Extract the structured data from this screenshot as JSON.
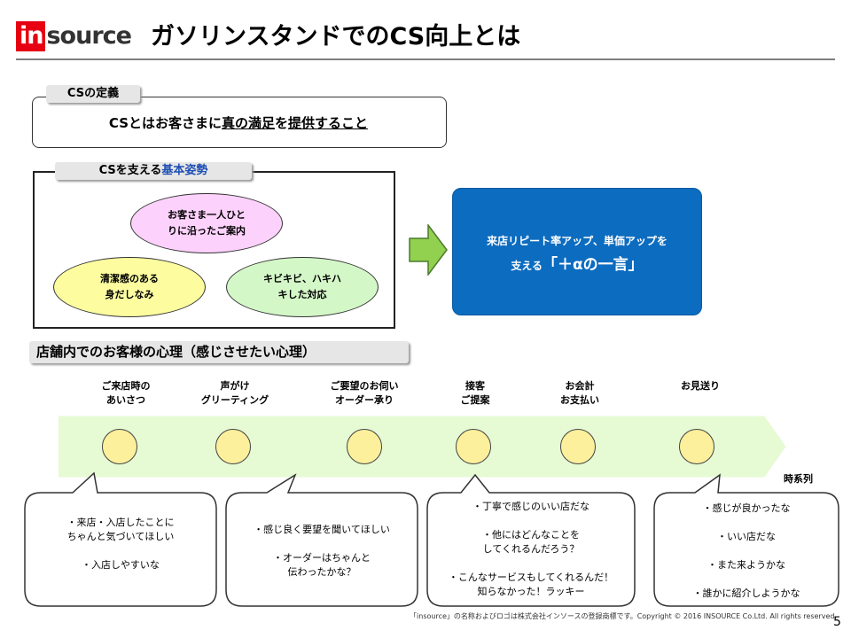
{
  "logo": {
    "highlight": "in",
    "rest": "source"
  },
  "title": "ガソリンスタンドでのCS向上とは",
  "definition": {
    "label": "CSの定義",
    "text_parts": [
      "CSとはお客さまに",
      "真の満足",
      "を",
      "提供すること"
    ]
  },
  "attitude": {
    "label_prefix": "CSを支える",
    "label_highlight": "基本姿勢",
    "items": [
      {
        "text": "お客さま一人ひと\nりに沿ったご案内",
        "color": "#fcd1fb"
      },
      {
        "text": "清潔感のある\n身だしなみ",
        "color": "#fdfda0"
      },
      {
        "text": "キビキビ、ハキハ\nキした対応",
        "color": "#d4f7c8"
      }
    ]
  },
  "result": {
    "line1": "来店リピート率アップ、単価アップを",
    "line2_prefix": "支える",
    "line2_highlight": "「＋αの一言」",
    "color": "#0c6cc0"
  },
  "section_heading": "店舗内でのお客様の心理（感じさせたい心理）",
  "timeline": {
    "color": "#e6fad4",
    "axis_label": "時系列",
    "stages": [
      "ご来店時の\nあいさつ",
      "声がけ\nグリーティング",
      "ご要望のお伺い\nオーダー承り",
      "接客\nご提案",
      "お会計\nお支払い",
      "お見送り"
    ]
  },
  "bubbles": [
    {
      "lines": "・来店・入店したことに\nちゃんと気づいてほしい\n\n・入店しやすいな"
    },
    {
      "lines": "・感じ良く要望を聞いてほしい\n\n・オーダーはちゃんと\n伝わったかな？"
    },
    {
      "lines": "・丁寧で感じのいい店だな\n\n・他にはどんなことを\nしてくれるんだろう？\n\n・こんなサービスもしてくれるんだ！\n知らなかった！ラッキー"
    },
    {
      "lines": "・感じが良かったな\n\n・いい店だな\n\n・また来ようかな\n\n・誰かに紹介しようかな"
    }
  ],
  "footer": "「insource」の名称およびロゴは株式会社インソースの登録商標です。Copyright © 2016 INSOURCE Co.Ltd. All rights reserved.",
  "page_number": "5"
}
